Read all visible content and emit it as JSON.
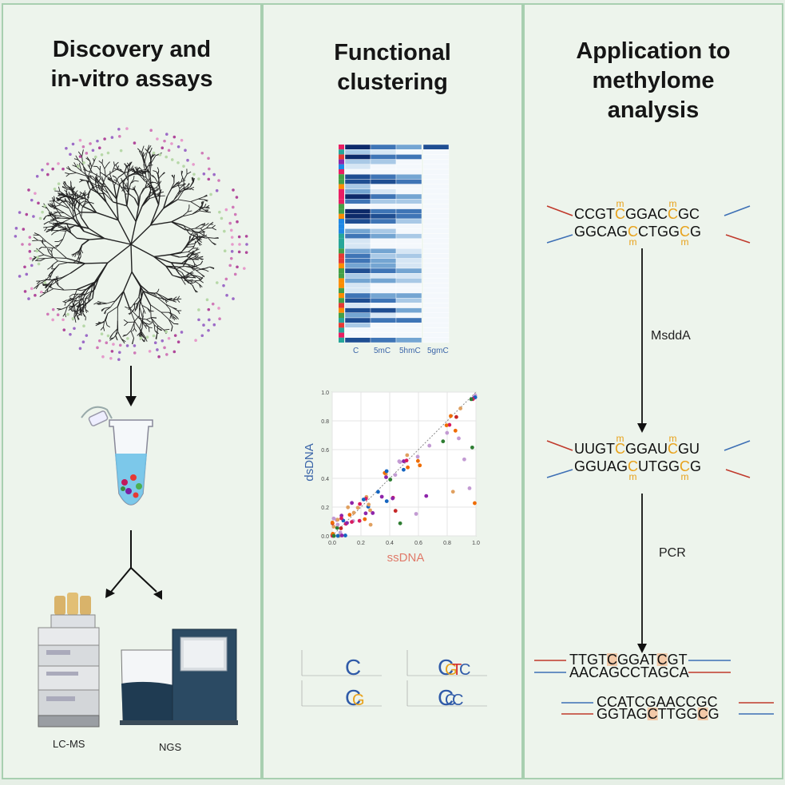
{
  "panels": [
    {
      "title_lines": [
        "Discovery and",
        "in-vitro assays"
      ],
      "captions": {
        "lcms": "LC-MS",
        "ngs": "NGS"
      }
    },
    {
      "title_lines": [
        "Functional",
        "clustering"
      ],
      "heatmap_columns": [
        "C",
        "5mC",
        "5hmC",
        "5gmC"
      ],
      "scatter": {
        "xlabel": "ssDNA",
        "ylabel": "dsDNA",
        "ticks": [
          "0.0",
          "0.2",
          "0.4",
          "0.6",
          "0.8",
          "1.0"
        ]
      }
    },
    {
      "title_lines": [
        "Application to",
        "methylome",
        "analysis"
      ],
      "steps": [
        "MsddA",
        "PCR"
      ],
      "sequences": {
        "s1_top": [
          "CCGT",
          "C",
          "GGAC",
          "C",
          "GC"
        ],
        "s1_bottom": [
          "GGCAG",
          "C",
          "CTGG",
          "C",
          "G"
        ],
        "s2_top": [
          "UUGT",
          "C",
          "GGAU",
          "C",
          "GU"
        ],
        "s2_bottom": [
          "GGUAG",
          "C",
          "UTGG",
          "C",
          "G"
        ],
        "p1_top": [
          "TTGT",
          "C",
          "GGAT",
          "C",
          "GT"
        ],
        "p1_bottom": "AACAGCCTAGCA",
        "p2_top": "CCATCGAACCGC",
        "p2_bottom": [
          "GGTAG",
          "C",
          "TTGG",
          "C",
          "G"
        ]
      },
      "methyl_mark": "m"
    }
  ],
  "colors": {
    "methyl": "#e8a21b",
    "pcr_highlight": "#f3c9a8",
    "strand_blue": "#3d6fb5",
    "strand_red": "#c0392b",
    "border": "#a8cfb0"
  }
}
